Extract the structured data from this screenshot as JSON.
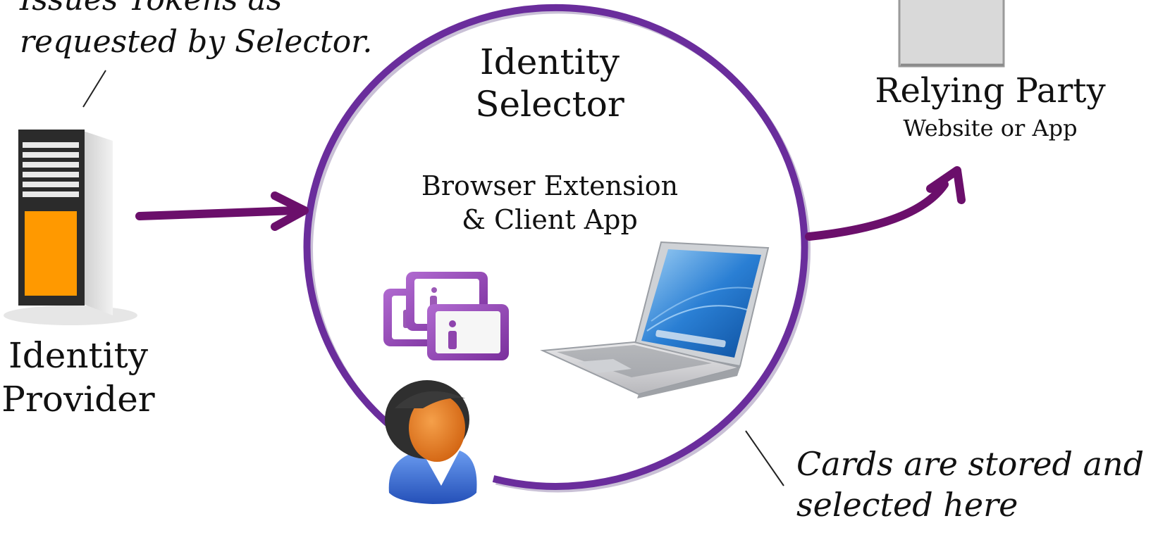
{
  "notes": {
    "top_line1": "Issues Tokens as",
    "top_line2": "requested by Selector.",
    "bottom_line1": "Cards are stored and",
    "bottom_line2": "selected here"
  },
  "identity_provider": {
    "line1": "Identity",
    "line2": "Provider"
  },
  "identity_selector": {
    "title_line1": "Identity",
    "title_line2": "Selector",
    "sub_line1": "Browser Extension",
    "sub_line2": "& Client App"
  },
  "relying_party": {
    "title": "Relying Party",
    "subtitle": "Website or App"
  },
  "colors": {
    "circle": "#6a2d9c",
    "arrow": "#6b0f6b",
    "server_body": "#2b2b2b",
    "server_panel": "#ff9900",
    "card": "#8e44ad",
    "person_face": "#e8781e",
    "person_shirt": "#3d6fd6",
    "laptop_screen": "#2a7fd4"
  }
}
